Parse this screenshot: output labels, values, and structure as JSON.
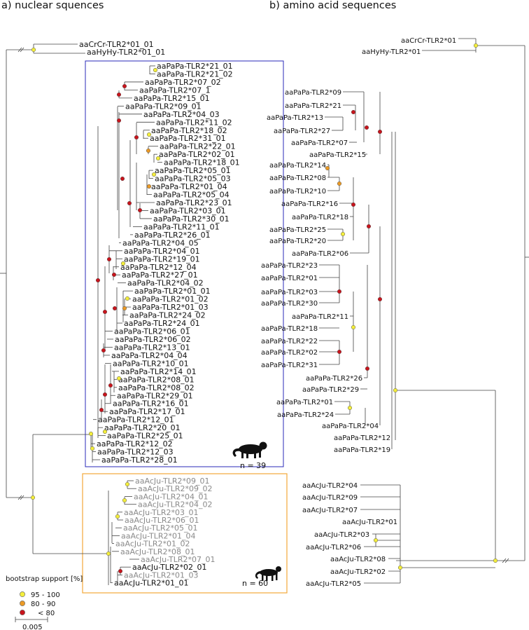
{
  "headings": {
    "a": "a) nuclear squences",
    "b": "b) amino acid sequences"
  },
  "outgroups": {
    "a": [
      "aaCrCr-TLR2*01_01",
      "aaHyHy-TLR2*01_01"
    ],
    "b": [
      "aaCrCr-TLR2*01",
      "aaHyHy-TLR2*01"
    ]
  },
  "panther_nuclear": [
    "aaPaPa-TLR2*21_01",
    "aaPaPa-TLR2*21_02",
    "aaPaPa-TLR2*07_02",
    "aaPaPa-TLR2*07_1",
    "aaPaPa-TLR2*15_01",
    "aaPaPa-TLR2*09_01",
    "aaPaPa-TLR2*04_03",
    "aaPaPa-TLR2*11_02",
    "aaPaPa-TLR2*18_02",
    "aaPaPa-TLR2*31_01",
    "aaPaPa-TLR2*22_01",
    "aaPaPa-TLR2*02_01",
    "aaPaPa-TLR2*18_01",
    "aaPaPa-TLR2*05_01",
    "aaPaPa-TLR2*05_03",
    "aaPaPa-TLR2*01_04",
    "aaPaPa-TLR2*05_04",
    "aaPaPa-TLR2*23_01",
    "aaPaPa-TLR2*03_01",
    "aaPaPa-TLR2*30_01",
    "aaPaPa-TLR2*11_01",
    "aaPaPa-TLR2*26_01",
    "aaPaPa-TLR2*04_05",
    "aaPaPa-TLR2*04_01",
    "aaPaPa-TLR2*19_01",
    "aaPaPa-TLR2*12_04",
    "aaPaPa-TLR2*27_01",
    "aaPaPa-TLR2*04_02",
    "aaPaPa-TLR2*01_01",
    "aaPaPa-TLR2*01_02",
    "aaPaPa-TLR2*01_03",
    "aaPaPa-TLR2*24_02",
    "aaPaPa-TLR2*24_01",
    "aaPaPa-TLR2*06_01",
    "aaPaPa-TLR2*06_02",
    "aaPaPa-TLR2*13_01",
    "aaPaPa-TLR2*04_04",
    "aaPaPa-TLR2*10_01",
    "aaPaPa-TLR2*14_01",
    "aaPaPa-TLR2*08_01",
    "aaPaPa-TLR2*08_02",
    "aaPaPa-TLR2*29_01",
    "aaPaPa-TLR2*16_01",
    "aaPaPa-TLR2*17_01",
    "aaPaPa-TLR2*12_01",
    "aaPaPa-TLR2*20_01",
    "aaPaPa-TLR2*25_01",
    "aaPaPa-TLR2*12_02",
    "aaPaPa-TLR2*12_03",
    "aaPaPa-TLR2*28_01"
  ],
  "panther_amino": [
    "aaPaPa-TLR2*09",
    "aaPaPa-TLR2*21",
    "aaPaPa-TLR2*13",
    "aaPaPa-TLR2*27",
    "aaPaPa-TLR2*07",
    "aaPaPa-TLR2*15",
    "aaPaPa-TLR2*14",
    "aaPaPa-TLR2*08",
    "aaPaPa-TLR2*10",
    "aaPaPa-TLR2*16",
    "aaPaPa-TLR2*18",
    "aaPaPa-TLR2*25",
    "aaPaPa-TLR2*20",
    "aaPaPa-TLR2*06",
    "aaPaPa-TLR2*23",
    "aaPaPa-TLR2*01",
    "aaPaPa-TLR2*03",
    "aaPaPa-TLR2*30",
    "aaPaPa-TLR2*11",
    "aaPaPa-TLR2*18",
    "aaPaPa-TLR2*22",
    "aaPaPa-TLR2*02",
    "aaPaPa-TLR2*31",
    "aaPaPa-TLR2*26",
    "aaPaPa-TLR2*29",
    "aaPaPa-TLR2*01",
    "aaPaPa-TLR2*24",
    "aaPaPa-TLR2*04",
    "aaPaPa-TLR2*12",
    "aaPaPa-TLR2*19"
  ],
  "cheetah_nuclear": [
    "aaAcJu-TLR2*09_01",
    "aaAcJu-TLR2*09_02",
    "aaAcJu-TLR2*04_01",
    "aaAcJu-TLR2*04_02",
    "aaAcJu-TLR2*03_01",
    "aaAcJu-TLR2*06_01",
    "aaAcJu-TLR2*05_01",
    "aaAcJu-TLR2*01_04",
    "aaAcJu-TLR2*01_02",
    "aaAcJu-TLR2*08_01",
    "aaAcJu-TLR2*07_01",
    "aaAcJu-TLR2*02_01",
    "aaAcJu-TLR2*01_03",
    "aaAcJu-TLR2*01_01"
  ],
  "cheetah_nuclear_grey": [
    true,
    true,
    true,
    true,
    true,
    true,
    true,
    true,
    true,
    true,
    true,
    false,
    true,
    false
  ],
  "cheetah_amino": [
    "aaAcJu-TLR2*04",
    "aaAcJu-TLR2*09",
    "aaAcJu-TLR2*07",
    "aaAcJu-TLR2*01",
    "aaAcJu-TLR2*03",
    "aaAcJu-TLR2*06",
    "aaAcJu-TLR2*08",
    "aaAcJu-TLR2*02",
    "aaAcJu-TLR2*05"
  ],
  "counts": {
    "panther": "n = 39",
    "cheetah": "n = 60"
  },
  "legend": {
    "title": "bootstrap support [%]",
    "items": [
      {
        "label": "95 - 100",
        "color": "#f4ee3c"
      },
      {
        "label": "80 - 90",
        "color": "#eb9a26"
      },
      {
        "label": "< 80",
        "color": "#c8141c"
      }
    ]
  },
  "scale": {
    "label": "0.005"
  },
  "colors": {
    "panther_box": "#2a2ab8",
    "cheetah_box": "#f2a83a",
    "grey_text": "#8a8a8a"
  }
}
